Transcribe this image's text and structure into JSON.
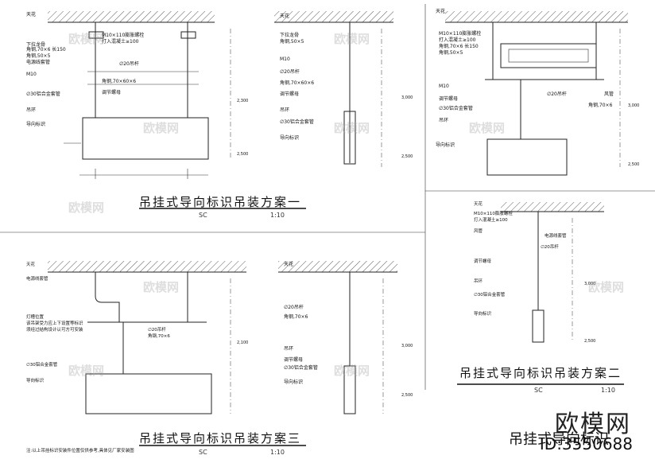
{
  "panels": {
    "p1": {
      "title": "吊挂式导向标识吊装方案一",
      "scale_left": "SC",
      "scale_right": "1:10",
      "labels": [
        "天花",
        "M10×110膨胀螺栓",
        "打入混凝土≥100",
        "下拉龙骨",
        "角钢,70×6 长150",
        "角钢,50×5",
        "电源线套管",
        "∅20吊杆",
        "角钢,70×60×6",
        "M10",
        "调节螺母",
        "∅30铝合金套管",
        "吊环",
        "导向标识"
      ],
      "right_labels": [
        "天花",
        "下拉龙骨",
        "角钢,50×5",
        "M10",
        "∅20吊杆",
        "角钢,70×60×6",
        "调节螺母",
        "吊环",
        "∅30铝合金套管",
        "导向标识"
      ],
      "dims": [
        "2,300",
        "2,500",
        "3,000",
        "2,500"
      ]
    },
    "p2": {
      "title": "吊挂式导向标识吊装方案二",
      "scale_left": "SC",
      "scale_right": "1:10",
      "labels": [
        "天花",
        "M10×110膨胀螺栓",
        "打入混凝土≥100",
        "角钢,70×6 长150",
        "角钢,50×5",
        "M10",
        "调节螺母",
        "∅30铝合金套管",
        "吊环",
        "导向标识",
        "风管",
        "∅20吊杆",
        "角钢,70×6"
      ],
      "dims": [
        "3,000",
        "2,500"
      ]
    },
    "p3": {
      "title": "吊挂式导向标识吊装方案三",
      "scale_left": "SC",
      "scale_right": "1:10",
      "labels": [
        "天花",
        "电源线套管",
        "灯槽位置",
        "该吊架受力应上下设置等标识",
        "须经过结构设计认可方可安装",
        "∅20吊杆",
        "角钢,70×6",
        "∅30铝合金套管",
        "导向标识",
        "注:以上吊挂标识安装件位置仅供参考,具体见厂家安装图"
      ],
      "right_labels": [
        "天花",
        "∅20吊杆",
        "角钢,70×6",
        "调节螺母",
        "吊环",
        "∅30铝合金套管",
        "导向标识"
      ],
      "dims": [
        "2,100",
        "3,000",
        "2,500"
      ]
    },
    "p4": {
      "labels": [
        "天花",
        "M10×110膨胀螺栓",
        "打入混凝土≥100",
        "风管",
        "电源线套管",
        "∅20吊杆",
        "调节螺母",
        "吊环",
        "∅30铝合金套管",
        "导向标识"
      ],
      "dims": [
        "3,000",
        "2,500"
      ]
    }
  },
  "watermark": "欧模网",
  "brand": "欧模网",
  "bottom_text": "吊挂式导向标识",
  "code": "ID:3550688"
}
